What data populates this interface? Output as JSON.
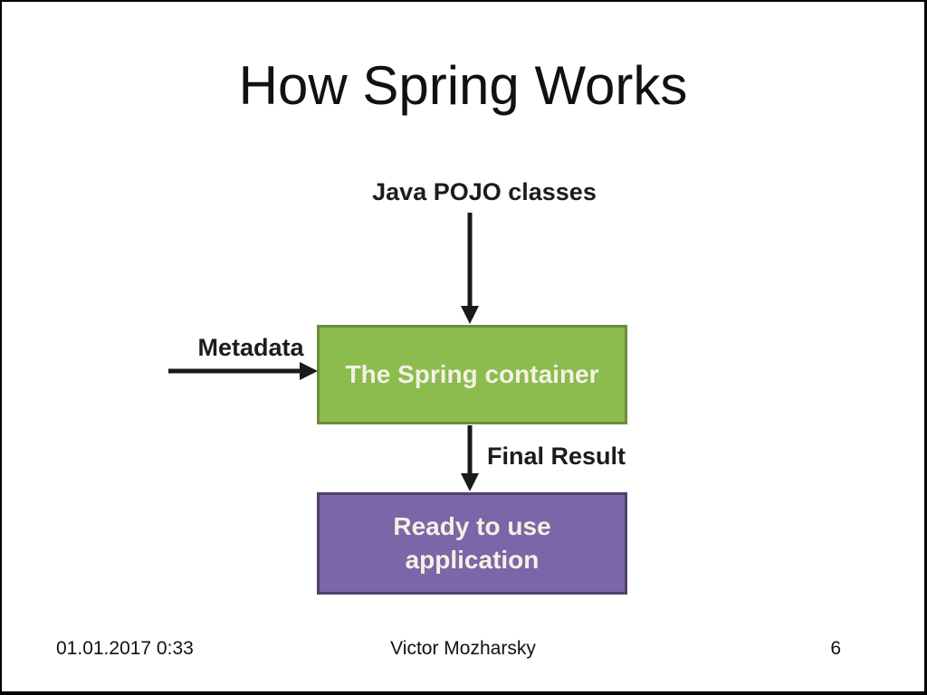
{
  "slide": {
    "title": "How Spring Works",
    "diagram": {
      "top_input_label": "Java POJO classes",
      "left_input_label": "Metadata",
      "container_box_label": "The Spring container",
      "result_arrow_label": "Final Result",
      "output_box_line1": "Ready to use",
      "output_box_line2": "application",
      "colors": {
        "container_box_fill": "#8cbb4e",
        "container_box_border": "#6e8c39",
        "output_box_fill": "#7c65a8",
        "output_box_border": "#51406f",
        "box_text": "#f3f1e4",
        "arrow": "#1a1a1a",
        "label_text": "#1c1c1c"
      }
    },
    "footer": {
      "datetime": "01.01.2017 0:33",
      "author": "Victor Mozharsky",
      "page_number": "6"
    }
  }
}
